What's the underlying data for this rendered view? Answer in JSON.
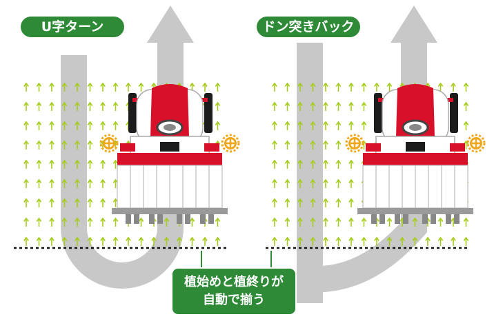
{
  "labels": {
    "u_turn": "U字ターン",
    "don_back": "ドン突きバック",
    "caption_line1": "植始めと植終りが",
    "caption_line2": "自動で揃う"
  },
  "colors": {
    "label_green": "#2e8a37",
    "arrow_gray": "#c8c8c8",
    "seedling_green": "#a6cc1f",
    "machine_red": "#d8102a",
    "gear_gold": "#f0a81a"
  },
  "icons": [
    "tractor-icon",
    "marker-gear-icon",
    "seedling-icon",
    "path-arrow-icon"
  ]
}
